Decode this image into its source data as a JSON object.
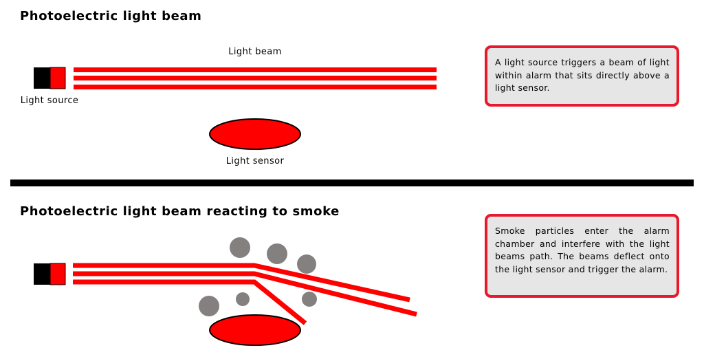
{
  "panel_top": {
    "title": "Photoelectric light beam",
    "beam_label": "Light beam",
    "source_label": "Light source",
    "sensor_label": "Light sensor",
    "info": "A light source triggers a beam of light within alarm that sits directly above a light sensor."
  },
  "panel_bottom": {
    "title": "Photoelectric light beam reacting to smoke",
    "info": "Smoke particles enter the alarm chamber and interfere with the light beams path. The beams deflect onto the light sensor and trigger the alarm."
  },
  "colors": {
    "beam": "#ff0000",
    "source_body": "#000000",
    "sensor": "#ff0000",
    "smoke": "#858080",
    "box_border": "#e8192c",
    "box_fill": "#e6e6e6"
  }
}
